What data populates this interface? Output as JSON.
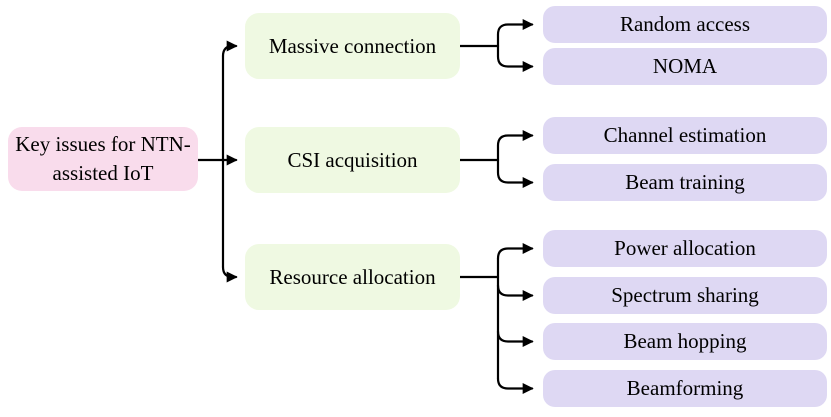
{
  "diagram": {
    "type": "tree",
    "orientation": "left-to-right",
    "root": {
      "label": "Key issues for NTN-assisted IoT"
    },
    "branches": [
      {
        "label": "Massive connection",
        "children": [
          {
            "label": "Random access"
          },
          {
            "label": "NOMA"
          }
        ]
      },
      {
        "label": "CSI acquisition",
        "children": [
          {
            "label": "Channel estimation"
          },
          {
            "label": "Beam training"
          }
        ]
      },
      {
        "label": "Resource allocation",
        "children": [
          {
            "label": "Power allocation"
          },
          {
            "label": "Spectrum sharing"
          },
          {
            "label": "Beam hopping"
          },
          {
            "label": "Beamforming"
          }
        ]
      }
    ],
    "colors": {
      "root_fill": "#f9dcec",
      "branch_fill": "#eff9e2",
      "leaf_fill": "#ded8f3",
      "line": "#000000",
      "text": "#000000",
      "background": "#ffffff"
    }
  }
}
